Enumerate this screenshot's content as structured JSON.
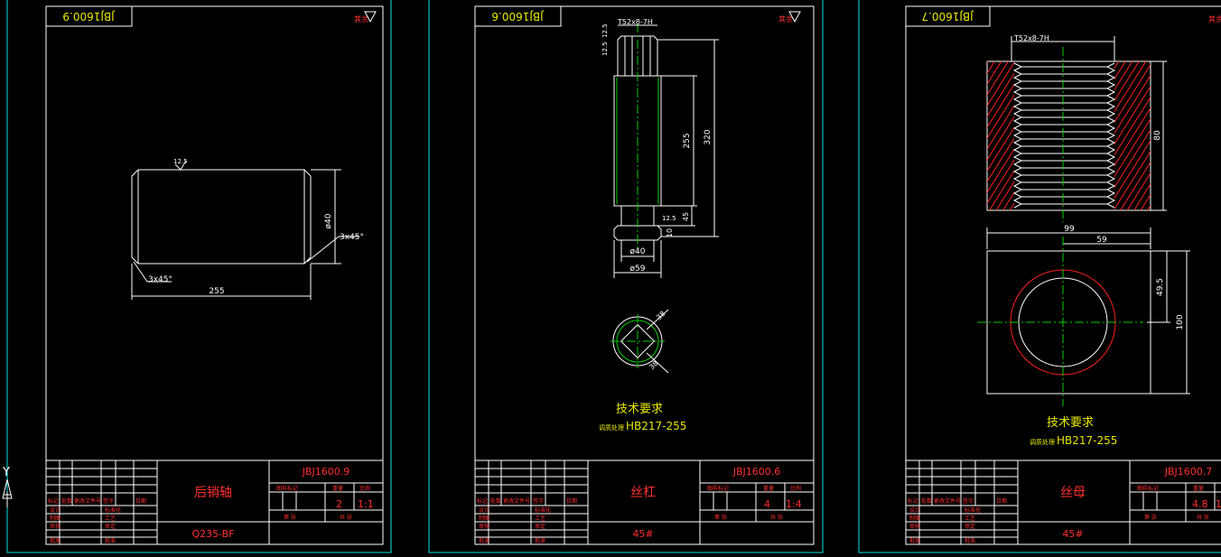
{
  "sheets": [
    {
      "code_top": "JBJ1600.9",
      "roughness_note": "其余",
      "dims": {
        "roughness": "12.5",
        "diameter": "ø40",
        "chamfer_right": "3x45°",
        "chamfer_left": "3x45°",
        "length": "255"
      },
      "title": {
        "code": "JBJ1600.9",
        "name": "后销轴",
        "material": "Q235-BF",
        "count": "2",
        "scale": "1:1"
      }
    },
    {
      "code_top": "JBJ1600.6",
      "roughness_note": "其余",
      "dims": {
        "thread": "T52x8-7H",
        "roughness_a": "12.5",
        "roughness_b": "12.5",
        "len_a": "255",
        "len_b": "320",
        "len_c": "45",
        "len_d": "10",
        "dia_a": "ø40",
        "dia_b": "ø59",
        "sec_a": "38",
        "sec_b": "38"
      },
      "notes": {
        "heading": "技术要求",
        "label": "调质处理",
        "value": "HB217-255"
      },
      "title": {
        "code": "JBJ1600.6",
        "name": "丝杠",
        "material": "45#",
        "count": "4",
        "scale": "1:4"
      }
    },
    {
      "code_top": "JBJ1600.7",
      "roughness_note": "其余",
      "dims": {
        "thread": "T52x8-7H",
        "height": "80",
        "width": "99",
        "half_width": "59",
        "half_height": "49.5",
        "total_height": "100"
      },
      "notes": {
        "heading": "技术要求",
        "label": "调质处理",
        "value": "HB217-255"
      },
      "title": {
        "code": "JBJ1600.7",
        "name": "丝母",
        "material": "45#",
        "count": "4.8",
        "scale": "1:"
      }
    }
  ],
  "title_block_labels": {
    "mark": "标记",
    "qty": "处数",
    "file": "更改文件号",
    "sign": "签字",
    "date": "日期",
    "design": "设计",
    "draw": "制图",
    "check": "审核",
    "approve": "批准",
    "std": "标准化",
    "proc": "工艺",
    "review": "审定",
    "ratify": "批准",
    "stage": "图样标记",
    "weight": "重量",
    "scale": "比例",
    "sheet": "第 张",
    "of": "共 张"
  },
  "ucs": {
    "y": "Y"
  }
}
